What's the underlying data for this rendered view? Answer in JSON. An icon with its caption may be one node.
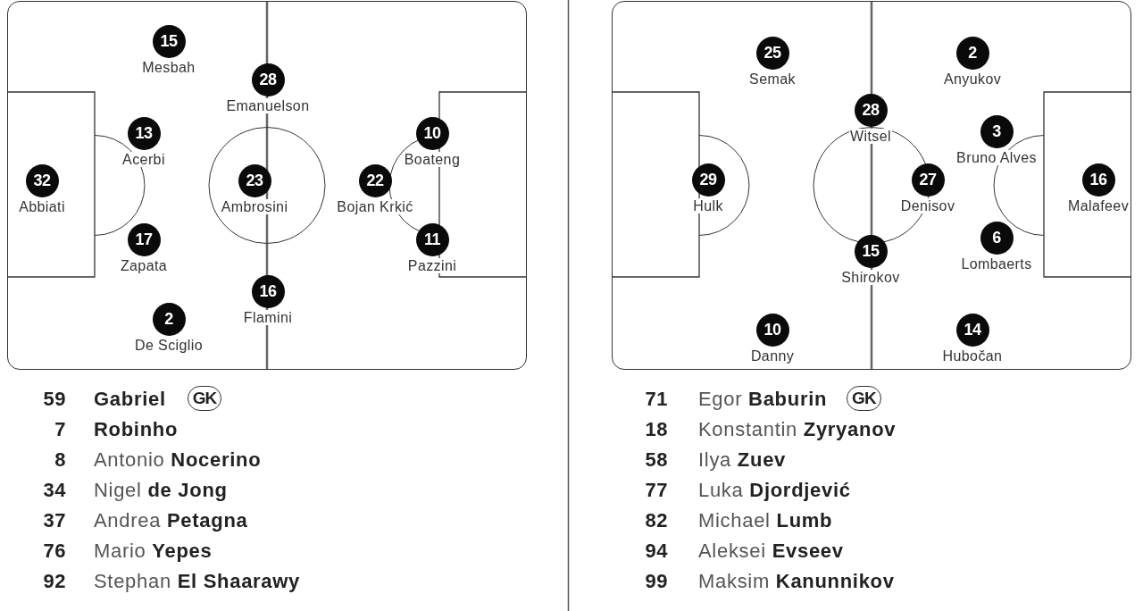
{
  "diagram": {
    "nodes": [
      {
        "text": [],
        "shape": "box"
      },
      {
        "text": [
          "15"
        ],
        "beside": [
          "Mesbah"
        ],
        "in": 0
      },
      {
        "text": [
          "28"
        ],
        "beside": [
          "Emanuelson"
        ],
        "in": 0
      },
      {
        "text": [
          "13"
        ],
        "beside": [
          "Acerbi"
        ],
        "in": 0
      },
      {
        "text": [
          "10"
        ],
        "beside": [
          "Boateng"
        ],
        "in": 0
      },
      {
        "text": [
          "32"
        ],
        "beside": [
          "Abbiati"
        ],
        "in": 0
      },
      {
        "text": [
          "23"
        ],
        "beside": [
          "Ambrosini"
        ],
        "in": 0
      },
      {
        "text": [
          "22"
        ],
        "beside": [
          "Bojan Krkić"
        ],
        "in": 0
      },
      {
        "text": [
          "17"
        ],
        "beside": [
          "Zapata"
        ],
        "in": 0
      },
      {
        "text": [
          "11"
        ],
        "beside": [
          "Pazzini"
        ],
        "in": 0
      },
      {
        "text": [
          "16"
        ],
        "beside": [
          "Flamini"
        ],
        "in": 0
      },
      {
        "text": [
          "2"
        ],
        "beside": [
          "De Sciglio"
        ],
        "in": 0
      },
      {
        "text": [],
        "shape": "box"
      },
      {
        "text": [
          "25"
        ],
        "beside": [
          "Semak"
        ],
        "in": 12
      },
      {
        "text": [
          "2"
        ],
        "beside": [
          "Anyukov"
        ],
        "in": 12
      },
      {
        "text": [
          "28"
        ],
        "beside": [
          "Witsel"
        ],
        "in": 12
      },
      {
        "text": [
          "3"
        ],
        "beside": [
          "Bruno Alves"
        ],
        "in": 12
      },
      {
        "text": [
          "29"
        ],
        "beside": [
          "Hulk"
        ],
        "in": 12
      },
      {
        "text": [
          "27"
        ],
        "beside": [
          "Denisov"
        ],
        "in": 12
      },
      {
        "text": [
          "16"
        ],
        "beside": [
          "Malafeev"
        ],
        "in": 12
      },
      {
        "text": [
          "6"
        ],
        "beside": [
          "Lombaerts"
        ],
        "in": 12
      },
      {
        "text": [
          "15"
        ],
        "beside": [
          "Shirokov"
        ],
        "in": 12
      },
      {
        "text": [
          "10"
        ],
        "beside": [
          "Danny"
        ],
        "in": 12
      },
      {
        "text": [
          "14"
        ],
        "beside": [
          "Hubočan"
        ],
        "in": 12
      },
      {
        "text": [
          "GK"
        ]
      },
      {
        "text": [
          "GK"
        ]
      }
    ],
    "edges": [],
    "labels": [
      "59",
      "Gabriel",
      "7",
      "Robinho",
      "8",
      "Antonio **Nocerino**",
      "34",
      "Nigel **de Jong**",
      "37",
      "Andrea **Petagna**",
      "76",
      "Mario **Yepes**",
      "92",
      "Stephan **El Shaarawy**",
      "71",
      "Egor **Baburin**",
      "18",
      "Konstantin **Zyryanov**",
      "58",
      "Ilya **Zuev**",
      "77",
      "Luka **Djordjević**",
      "82",
      "Michael **Lumb**",
      "94",
      "Aleksei **Evseev**",
      "99",
      "Maksim **Kanunnikov**"
    ]
  }
}
